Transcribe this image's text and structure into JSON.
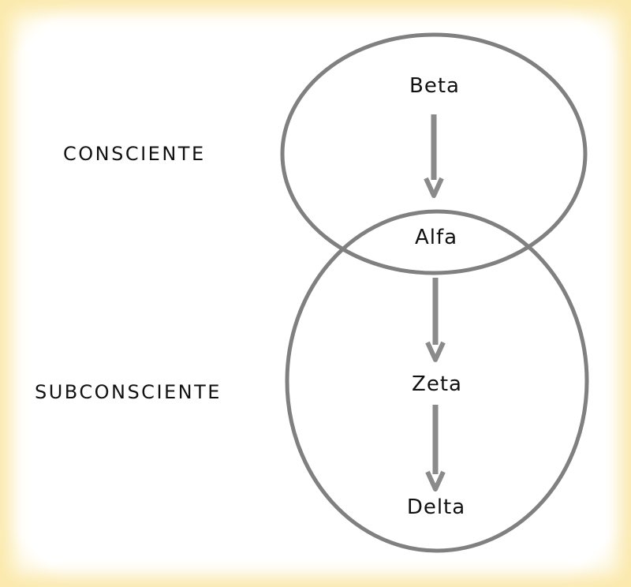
{
  "labels": {
    "conscious": "CONSCIENTE",
    "subconscious": "SUBCONSCIENTE"
  },
  "states": {
    "beta": "Beta",
    "alfa": "Alfa",
    "zeta": "Zeta",
    "delta": "Delta"
  },
  "colors": {
    "outline": "#808080",
    "arrow": "#8a8a8a",
    "text": "#111111",
    "border_glow": "#fbe9ad"
  }
}
